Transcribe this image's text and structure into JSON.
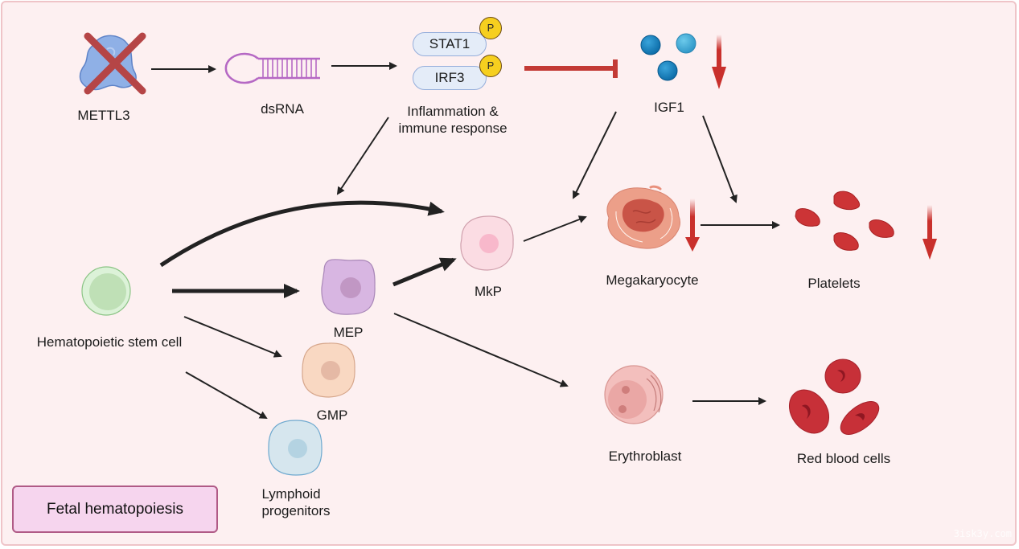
{
  "title": "Fetal hematopoiesis",
  "colors": {
    "background": "#fdf0f1",
    "frame_border": "#efc4c8",
    "inhibit": "#c33a35",
    "decrease_arrow": "#c9302c",
    "arrow": "#222222"
  },
  "nodes": {
    "mettl3": {
      "label": "METTL3",
      "icon": "knocked-out-protein-icon"
    },
    "dsrna": {
      "label": "dsRNA",
      "icon": "dsrna-hairpin-icon"
    },
    "stat1": {
      "label": "STAT1",
      "phospho": "P"
    },
    "irf3": {
      "label": "IRF3",
      "phospho": "P"
    },
    "inflammation": {
      "label_line1": "Inflammation &",
      "label_line2": "immune response"
    },
    "igf1": {
      "label": "IGF1",
      "icon": "igf1-molecules-icon",
      "trend": "decreased"
    },
    "hsc": {
      "label": "Hematopoietic stem cell"
    },
    "mep": {
      "label": "MEP"
    },
    "mkp": {
      "label": "MkP"
    },
    "gmp": {
      "label": "GMP"
    },
    "lymphoid": {
      "label_line1": "Lymphoid",
      "label_line2": "progenitors"
    },
    "megakaryocyte": {
      "label": "Megakaryocyte",
      "trend": "decreased"
    },
    "platelets": {
      "label": "Platelets",
      "trend": "decreased"
    },
    "erythroblast": {
      "label": "Erythroblast"
    },
    "rbc": {
      "label": "Red blood cells"
    }
  },
  "edges": [
    {
      "from": "METTL3",
      "to": "dsRNA",
      "type": "activation"
    },
    {
      "from": "dsRNA",
      "to": "STAT1/IRF3",
      "type": "activation"
    },
    {
      "from": "STAT1/IRF3",
      "to": "IGF1",
      "type": "inhibition"
    },
    {
      "from": "Inflammation & immune response",
      "to": "HSC→MkP path",
      "type": "activation"
    },
    {
      "from": "IGF1",
      "to": "MkP→Megakaryocyte",
      "type": "activation"
    },
    {
      "from": "IGF1",
      "to": "Megakaryocyte→Platelets",
      "type": "activation"
    },
    {
      "from": "Hematopoietic stem cell",
      "to": "MkP",
      "type": "enhanced-direct"
    },
    {
      "from": "Hematopoietic stem cell",
      "to": "MEP",
      "type": "enhanced"
    },
    {
      "from": "Hematopoietic stem cell",
      "to": "GMP",
      "type": "activation"
    },
    {
      "from": "Hematopoietic stem cell",
      "to": "Lymphoid progenitors",
      "type": "activation"
    },
    {
      "from": "MEP",
      "to": "MkP",
      "type": "enhanced"
    },
    {
      "from": "MEP",
      "to": "Erythroblast",
      "type": "activation"
    },
    {
      "from": "MkP",
      "to": "Megakaryocyte",
      "type": "activation"
    },
    {
      "from": "Megakaryocyte",
      "to": "Platelets",
      "type": "activation"
    },
    {
      "from": "Erythroblast",
      "to": "Red blood cells",
      "type": "activation"
    }
  ],
  "watermark": "3isk3y.com"
}
